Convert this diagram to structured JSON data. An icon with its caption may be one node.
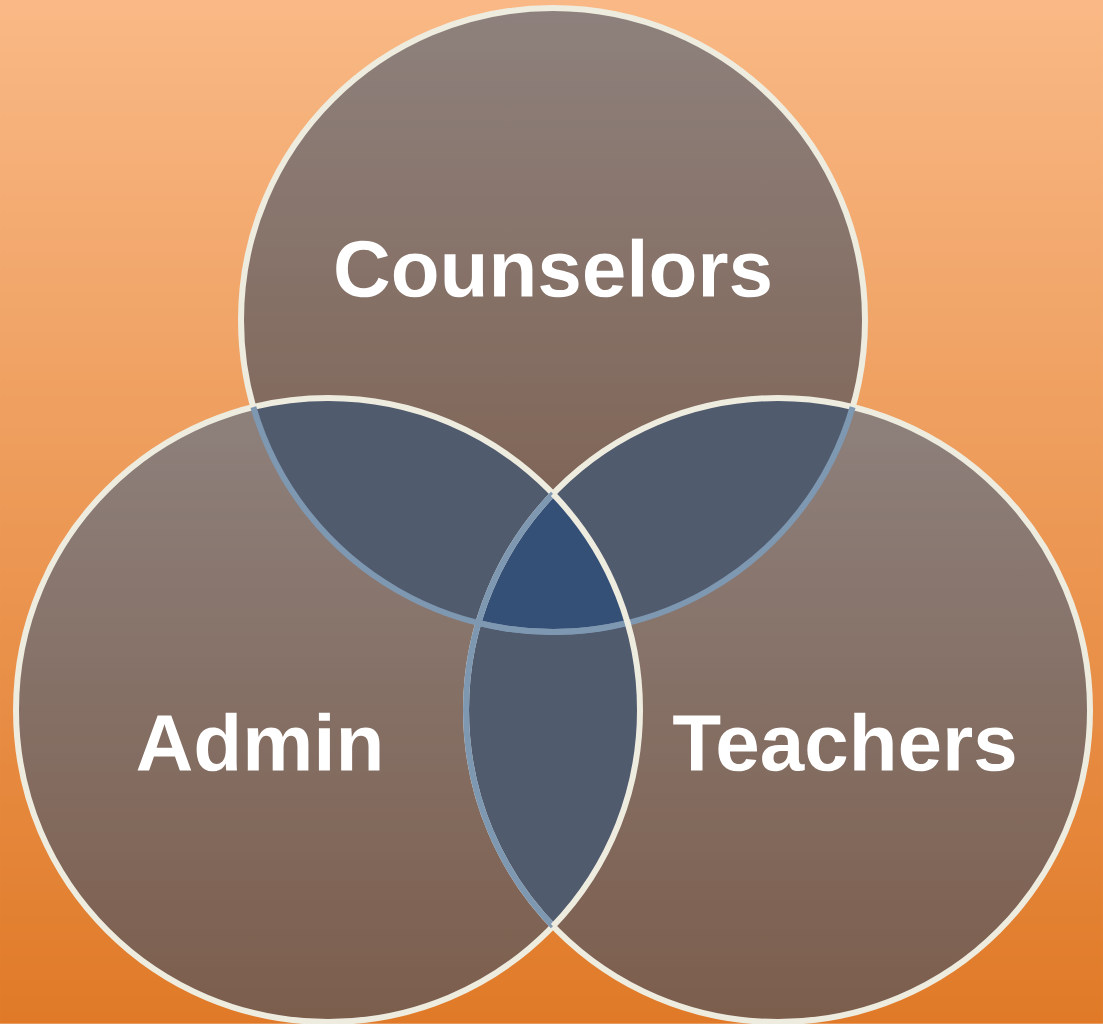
{
  "diagram": {
    "nodes": [
      {
        "text": [
          "Counselors"
        ]
      },
      {
        "text": [
          "Admin"
        ]
      },
      {
        "text": [
          "Teachers"
        ]
      }
    ]
  }
}
